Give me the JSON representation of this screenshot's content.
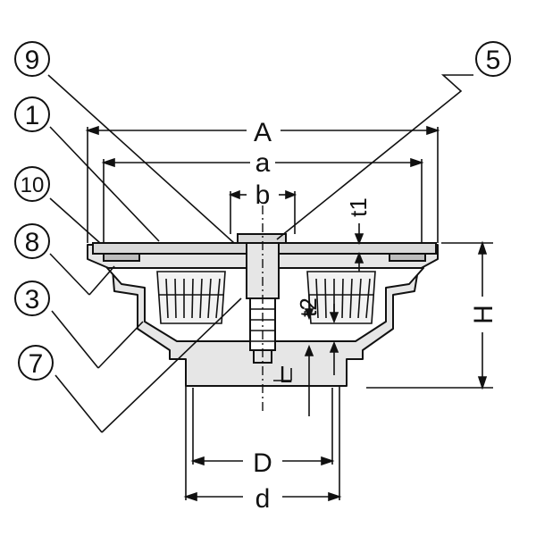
{
  "callouts": {
    "c9": "9",
    "c1": "1",
    "c10": "10",
    "c8": "8",
    "c3": "3",
    "c7": "7",
    "c5": "5"
  },
  "dimensions": {
    "A": "A",
    "a": "a",
    "b": "b",
    "t1": "t1",
    "t2": "t2",
    "H": "H",
    "L": "L",
    "D": "D",
    "d": "d"
  },
  "colors": {
    "line": "#111111",
    "fill_light": "#eeeeee",
    "fill_mid": "#d9d9d9",
    "fill_dark": "#bdbdbd"
  }
}
